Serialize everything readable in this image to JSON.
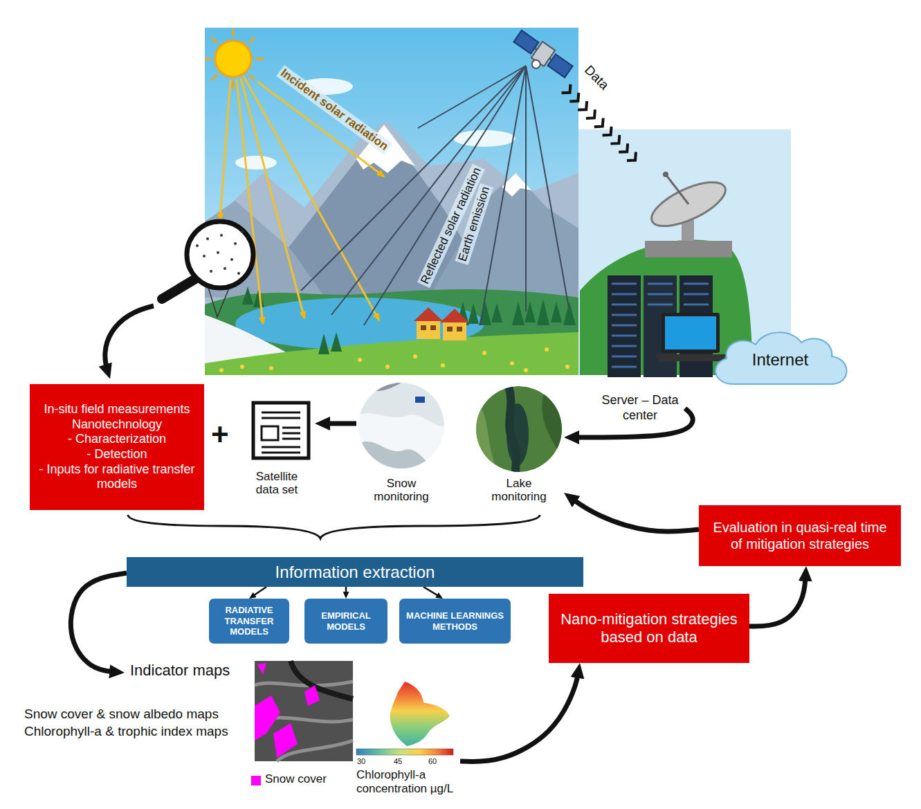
{
  "diagram": {
    "nodes": [
      {
        "text": [
          "In-situ field measurements",
          "Nanotechnology",
          "- Characterization",
          "- Detection",
          "- Inputs for radiative transfer models"
        ]
      },
      {
        "text": [
          "Satellite data set"
        ]
      },
      {
        "text": [
          "Snow monitoring"
        ]
      },
      {
        "text": [
          "Lake monitoring"
        ]
      },
      {
        "text": [
          "Server – Data center"
        ]
      },
      {
        "text": [
          "Internet"
        ]
      },
      {
        "text": [
          "Evaluation in quasi-real time of mitigation strategies"
        ]
      },
      {
        "text": [
          "Information extraction"
        ]
      },
      {
        "text": [
          "RADIATIVE TRANSFER MODELS"
        ]
      },
      {
        "text": [
          "EMPIRICAL MODELS"
        ]
      },
      {
        "text": [
          "MACHINE LEARNINGS METHODS"
        ]
      },
      {
        "text": [
          "Nano-mitigation strategies based on data"
        ]
      },
      {
        "text": [
          "Indicator maps"
        ]
      }
    ],
    "edges": [
      {
        "from": 2,
        "to": 1,
        "arrow": "to"
      },
      {
        "from": 4,
        "to": 3,
        "arrow": "to"
      },
      {
        "from": 7,
        "to": 8,
        "arrow": "to"
      },
      {
        "from": 7,
        "to": 9,
        "arrow": "to"
      },
      {
        "from": 7,
        "to": 10,
        "arrow": "to"
      },
      {
        "from": 7,
        "to": 12,
        "arrow": "to"
      },
      {
        "from": 12,
        "to": 11,
        "arrow": "to"
      },
      {
        "from": 11,
        "to": 6,
        "arrow": "to"
      },
      {
        "from": 6,
        "to": 3,
        "arrow": "to"
      }
    ],
    "labels": [
      "Incident solar radiation",
      "Reflected solar radiation",
      "Earth emission",
      "Data",
      "+",
      "Snow cover & snow albedo maps",
      "Chlorophyll-a & trophic index maps",
      "30",
      "45",
      "60",
      "Chlorophyll-a concentration µg/L"
    ],
    "legend": [
      {
        "text": "Snow cover",
        "color": "#ff00ff"
      }
    ]
  }
}
